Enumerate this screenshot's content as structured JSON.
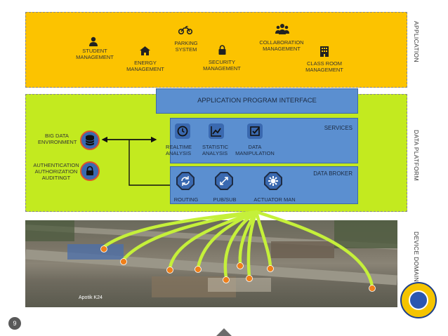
{
  "layers": {
    "application": {
      "side_label": "APPLICATION",
      "items": {
        "student": "STUDENT MANAGEMENT",
        "energy": "ENERGY MANAGEMENT",
        "parking": "PARKING SYSTEM",
        "security": "SECURITY MANAGEMENT",
        "collaboration": "COLLABORATION MANAGEMENT",
        "classroom": "CLASS ROOM MANAGEMENT"
      }
    },
    "data_platform": {
      "side_label": "DATA PLATFORM",
      "api_title": "APPLICATION PROGRAM INTERFACE",
      "services": {
        "title": "SERVICES",
        "realtime": "REALTIME ANALYSIS",
        "statistic": "STATISTIC ANALYSIS",
        "data_manipulation": "DATA MANIPULATION"
      },
      "broker": {
        "title": "DATA BROKER",
        "routing": "ROUTING",
        "pubsub": "PUB/SUB",
        "actuator": "ACTUATOR MAN"
      },
      "big_data": "BIG DATA ENVIRONMENT",
      "auth": "AUTHENTICATION AUTHORIZATION AUDITINGT"
    },
    "device": {
      "side_label": "DEVICE DOMAIN",
      "map_label": "Apotik K24"
    }
  },
  "page_number": "9",
  "colors": {
    "app_bg": "#fcc300",
    "platform_bg": "#c3ea1f",
    "panel": "#5b8fd0",
    "icon_blue": "#3a69b0",
    "link": "#c5f03a",
    "pin": "#ef7f1a"
  }
}
